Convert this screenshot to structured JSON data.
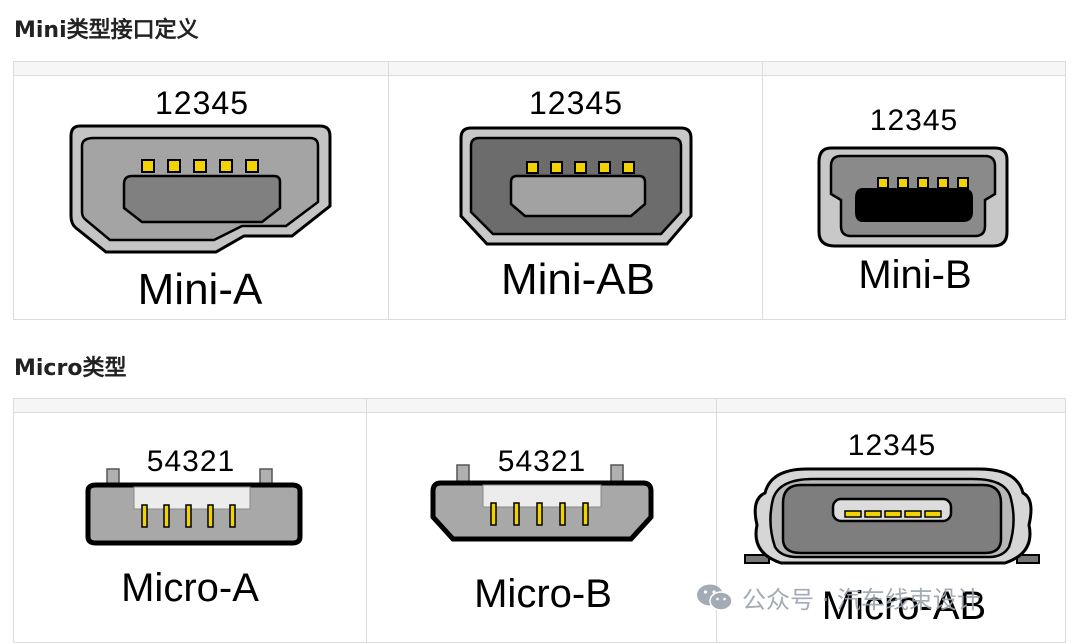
{
  "sections": {
    "mini": {
      "title": "Mini类型接口定义",
      "connectors": [
        {
          "pins": "12345",
          "name": "Mini-A"
        },
        {
          "pins": "12345",
          "name": "Mini-AB"
        },
        {
          "pins": "12345",
          "name": "Mini-B"
        }
      ]
    },
    "micro": {
      "title": "Micro类型",
      "connectors": [
        {
          "pins": "54321",
          "name": "Micro-A"
        },
        {
          "pins": "54321",
          "name": "Micro-B"
        },
        {
          "pins": "12345",
          "name": "Micro-AB"
        }
      ]
    }
  },
  "watermark": {
    "text": "公众号 · 汽车线束设计",
    "icon": "wechat-icon"
  },
  "colors": {
    "pin_gold": "#f2d200",
    "shell_light": "#c8c8c8",
    "shell_mid": "#a0a0a0",
    "shell_dark": "#6a6a6a",
    "outline": "#000000"
  }
}
